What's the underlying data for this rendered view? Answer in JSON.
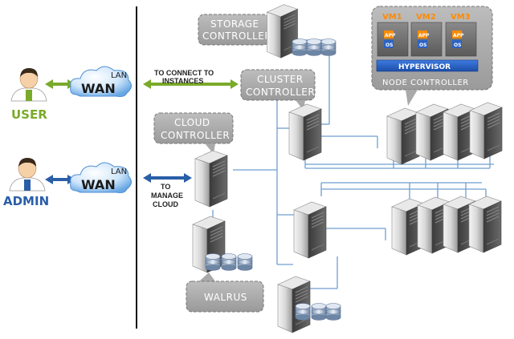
{
  "labels": {
    "user": "USER",
    "admin": "ADMIN",
    "wan_top": "WAN",
    "lan_top": "LAN",
    "wan_bottom": "WAN",
    "lan_bottom": "LAN",
    "connect_line1": "TO CONNECT TO",
    "connect_line2": "INSTANCES",
    "manage_line1": "TO",
    "manage_line2": "MANAGE",
    "manage_line3": "CLOUD",
    "storage_line1": "STORAGE",
    "storage_line2": "CONTROLLER",
    "cluster_line1": "CLUSTER",
    "cluster_line2": "CONTROLLER",
    "cloud_line1": "CLOUD",
    "cloud_line2": "CONTROLLER",
    "walrus": "WALRUS",
    "vm1": "VM1",
    "vm2": "VM2",
    "vm3": "VM3",
    "app": "APP",
    "os": "OS",
    "hypervisor": "HYPERVISOR",
    "node_controller": "NODE CONTROLLER"
  },
  "icons": [
    "user-avatar-icon",
    "admin-avatar-icon",
    "cloud-icon",
    "server-icon",
    "disk-stack-icon"
  ],
  "colors": {
    "user_green": "#7aaa2a",
    "admin_blue": "#2a5ea8",
    "network_line": "#6f9fd0",
    "bubble_gray": "#a9a9a9",
    "hypervisor_blue": "#2b63c4",
    "vm_orange": "#ff8a00"
  }
}
